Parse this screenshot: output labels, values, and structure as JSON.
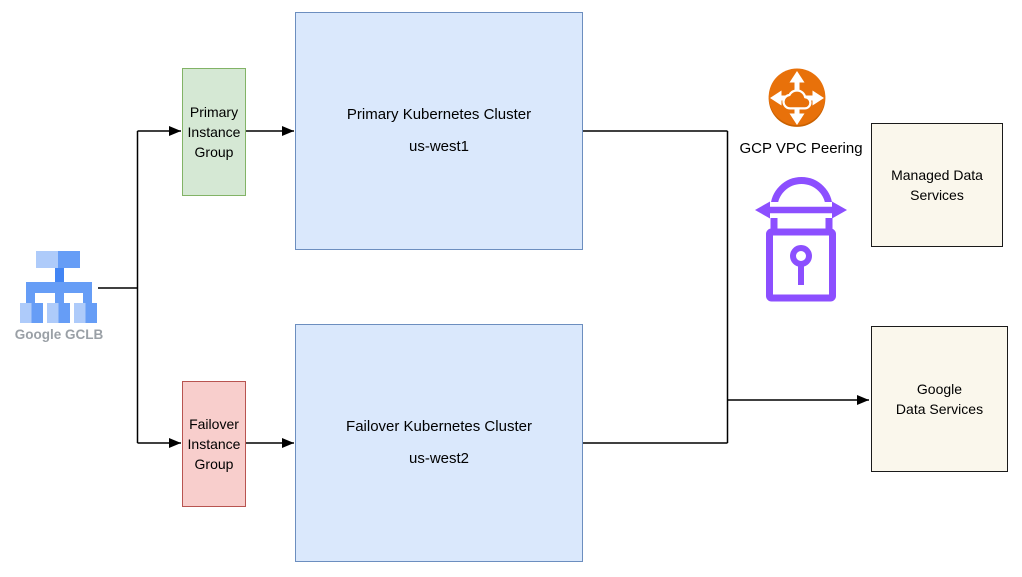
{
  "nodes": {
    "gclb": {
      "label": "Google GCLB",
      "icon": "load-balancer-icon"
    },
    "primary_instance_group": {
      "lines": [
        "Primary",
        "Instance",
        "Group"
      ]
    },
    "failover_instance_group": {
      "lines": [
        "Failover",
        "Instance",
        "Group"
      ]
    },
    "primary_cluster": {
      "name": "Primary Kubernetes Cluster",
      "region": "us-west1"
    },
    "failover_cluster": {
      "name": "Failover Kubernetes Cluster",
      "region": "us-west2"
    },
    "vpc_peering": {
      "label": "GCP VPC Peering",
      "icon": "cloud-peering-arrows-icon"
    },
    "secure_transit": {
      "icon": "lock-with-bidirectional-arrow-icon"
    },
    "managed_data_services": {
      "lines": [
        "Managed Data",
        "Services"
      ]
    },
    "google_data_services": {
      "lines": [
        "Google",
        "Data Services"
      ]
    }
  },
  "connections": [
    {
      "from": "gclb",
      "to": "primary_instance_group",
      "arrow": true
    },
    {
      "from": "gclb",
      "to": "failover_instance_group",
      "arrow": true
    },
    {
      "from": "primary_instance_group",
      "to": "primary_cluster",
      "arrow": true
    },
    {
      "from": "failover_instance_group",
      "to": "failover_cluster",
      "arrow": true
    },
    {
      "from": "primary_cluster",
      "to": "google_data_services",
      "arrow": true
    },
    {
      "from": "failover_cluster",
      "to": "google_data_services",
      "arrow": true
    }
  ],
  "colors": {
    "cluster_fill": "#DAE8FC",
    "cluster_border": "#6C8EBF",
    "primary_group_fill": "#D5E8D4",
    "primary_group_border": "#82B366",
    "failover_group_fill": "#F8CECC",
    "failover_group_border": "#B85450",
    "data_services_fill": "#FAF7EC",
    "data_services_border": "#1A1A1A",
    "vpc_peering_orange": "#E8710A",
    "lock_purple": "#8C4FFF",
    "gclb_blue_light": "#AECBFA",
    "gclb_blue": "#669DF6",
    "gclb_blue_dark": "#4285F4",
    "gclb_label_gray": "#9AA0A6",
    "connector": "#000000"
  }
}
